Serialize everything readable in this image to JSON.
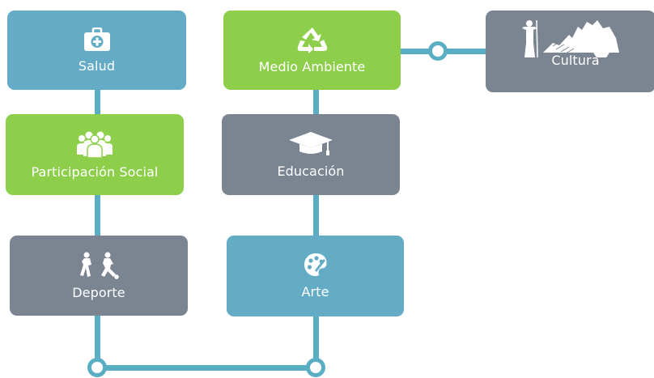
{
  "colors": {
    "connector": "#5aaec4",
    "blue": "#64acc6",
    "green": "#8dcf4a",
    "gray": "#7a8591"
  },
  "cards": {
    "salud": {
      "label": "Salud",
      "icon": "first-aid-kit-icon"
    },
    "participacion": {
      "label": "Participación Social",
      "icon": "people-group-icon"
    },
    "deporte": {
      "label": "Deporte",
      "icon": "soccer-players-icon"
    },
    "medio_ambiente": {
      "label": "Medio Ambiente",
      "icon": "recycle-icon"
    },
    "educacion": {
      "label": "Educación",
      "icon": "graduation-cap-icon"
    },
    "arte": {
      "label": "Arte",
      "icon": "paint-palette-icon"
    },
    "cultura": {
      "label": "Cultura",
      "icon": "machu-picchu-icon"
    }
  }
}
